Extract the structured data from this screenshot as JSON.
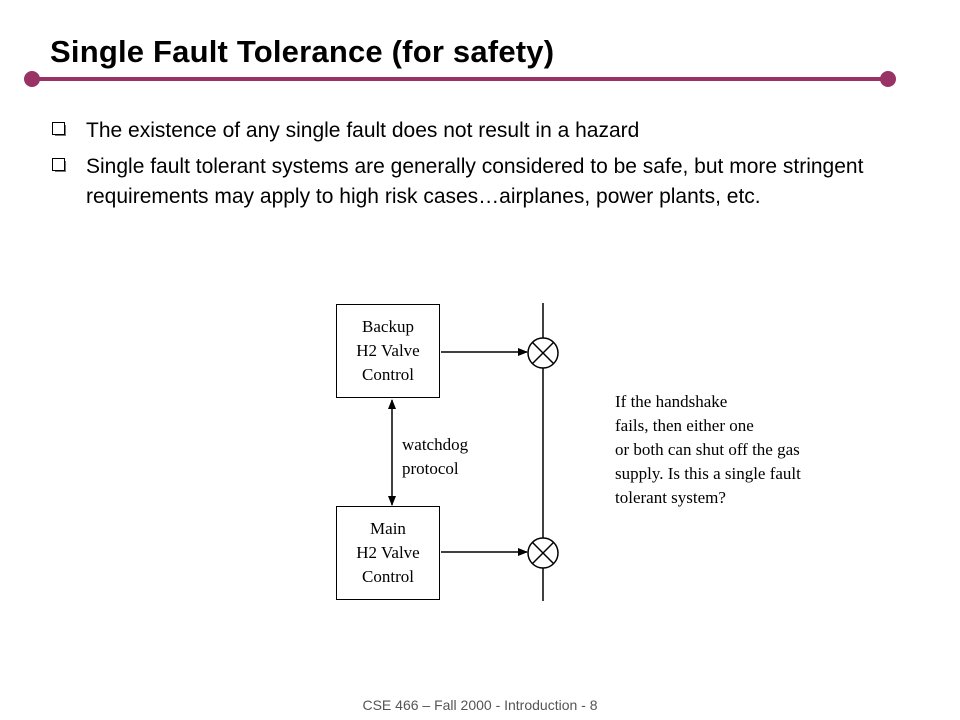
{
  "title": "Single Fault Tolerance (for safety)",
  "bullets": [
    "The existence of any single fault does not result in a hazard",
    "Single fault tolerant systems are generally considered to be safe, but more stringent requirements may apply to high risk cases…airplanes, power plants, etc."
  ],
  "diagram": {
    "backup_box": [
      "Backup",
      "H2 Valve",
      "Control"
    ],
    "main_box": [
      "Main",
      "H2 Valve",
      "Control"
    ],
    "watchdog_label": [
      "watchdog",
      "protocol"
    ],
    "note": [
      "If the handshake",
      "fails, then either one",
      "or both can shut off the gas",
      "supply.  Is this a single fault",
      "tolerant system?"
    ]
  },
  "footer": "CSE 466 – Fall 2000 - Introduction - 8",
  "colors": {
    "rule": "#993366",
    "bullet_box_shadow": "#777777"
  }
}
